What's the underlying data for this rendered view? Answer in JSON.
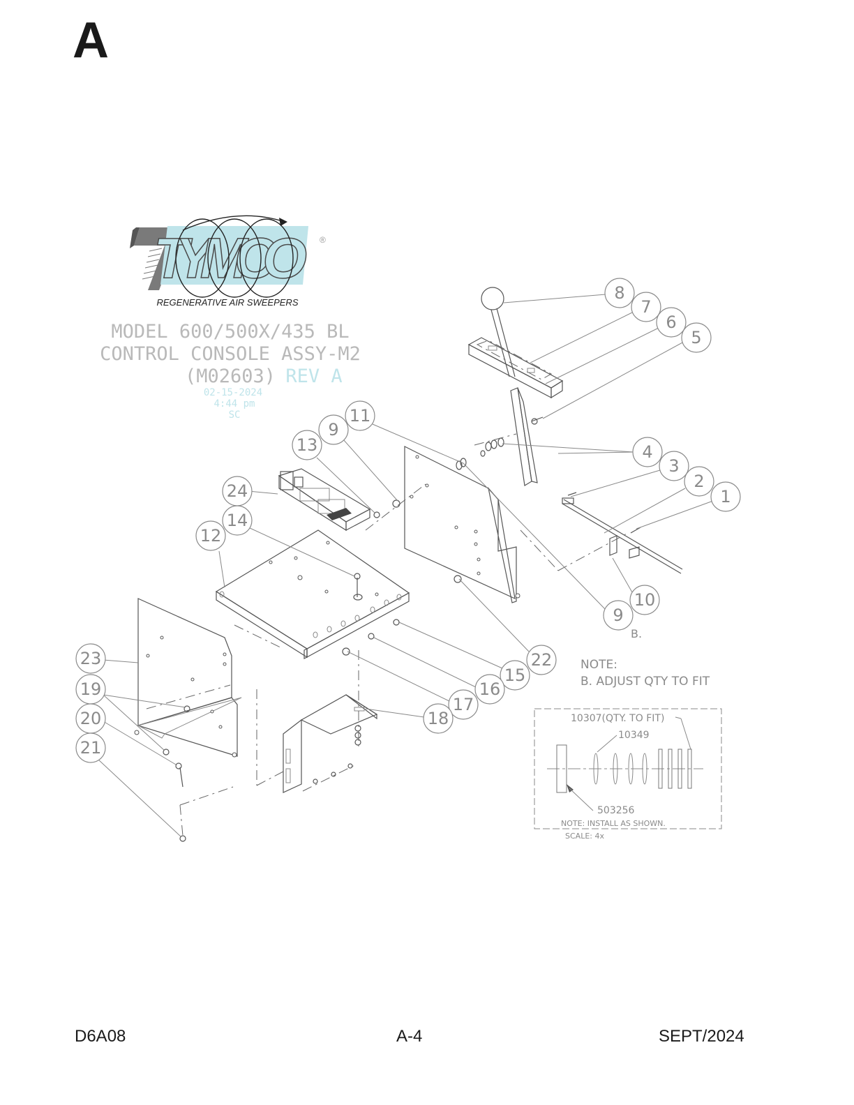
{
  "page": {
    "section_letter": "A",
    "footer_left": "D6A08",
    "footer_center": "A-4",
    "footer_right": "SEPT/2024"
  },
  "logo": {
    "brand": "TYMCO",
    "registered": "®",
    "tagline": "REGENERATIVE AIR SWEEPERS",
    "brand_color": "#bfe4ea"
  },
  "title_block": {
    "line1": "MODEL 600/500X/435 BL",
    "line2": "CONTROL CONSOLE ASSY-M2",
    "part_number": "(M02603)",
    "revision": "REV A",
    "date": "02-15-2024",
    "time": "4:44 pm",
    "initials": "SC"
  },
  "notes": {
    "b_marker": "B.",
    "heading": "NOTE:",
    "line_b": "B. ADJUST QTY TO FIT"
  },
  "detail": {
    "label_top": "10307(QTY. TO FIT)",
    "label_mid": "10349",
    "label_bottom": "503256",
    "note": "NOTE: INSTALL AS SHOWN.",
    "scale": "SCALE: 4x"
  },
  "callouts": [
    "1",
    "2",
    "3",
    "4",
    "5",
    "6",
    "7",
    "8",
    "9",
    "9",
    "10",
    "11",
    "12",
    "13",
    "14",
    "15",
    "16",
    "17",
    "18",
    "19",
    "20",
    "21",
    "22",
    "23",
    "24"
  ]
}
